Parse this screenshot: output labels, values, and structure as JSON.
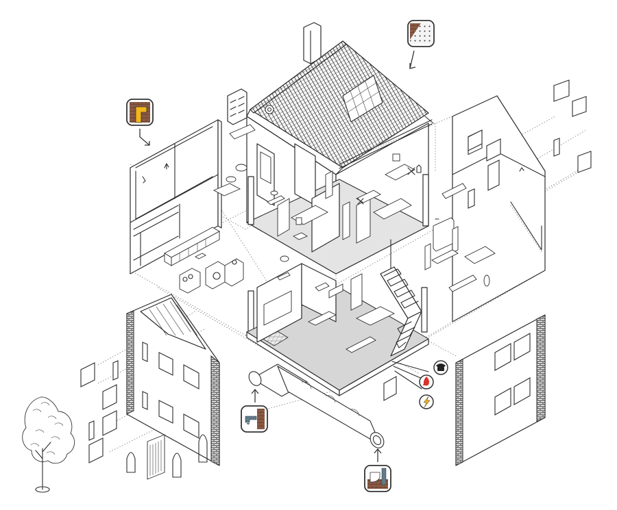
{
  "diagram": {
    "badges": [
      {
        "name": "roof-insulation-badge",
        "icon": "insulation-icon",
        "colors": [
          "#8a5a44",
          "#f2f2f2"
        ]
      },
      {
        "name": "wall-insulation-badge",
        "icon": "wall-cavity-icon",
        "colors": [
          "#f2b51a",
          "#8a5a44"
        ]
      },
      {
        "name": "water-supply-badge",
        "icon": "water-tap-icon",
        "colors": [
          "#8a5a44",
          "#5f7c8c"
        ]
      },
      {
        "name": "sewage-badge",
        "icon": "toilet-drain-icon",
        "colors": [
          "#8a5a44",
          "#5f7c8c"
        ]
      },
      {
        "name": "telephone-badge",
        "icon": "telephone-icon",
        "colors": [
          "#ffffff",
          "#222222"
        ]
      },
      {
        "name": "gas-badge",
        "icon": "flame-icon",
        "colors": [
          "#ffffff",
          "#d8332a"
        ]
      },
      {
        "name": "electricity-badge",
        "icon": "lightning-icon",
        "colors": [
          "#ffffff",
          "#f2b51a"
        ]
      }
    ],
    "accent_colors": {
      "brown": "#8a5a44",
      "yellow": "#f2b51a",
      "red": "#d8332a",
      "slate": "#5f7c8c"
    }
  }
}
